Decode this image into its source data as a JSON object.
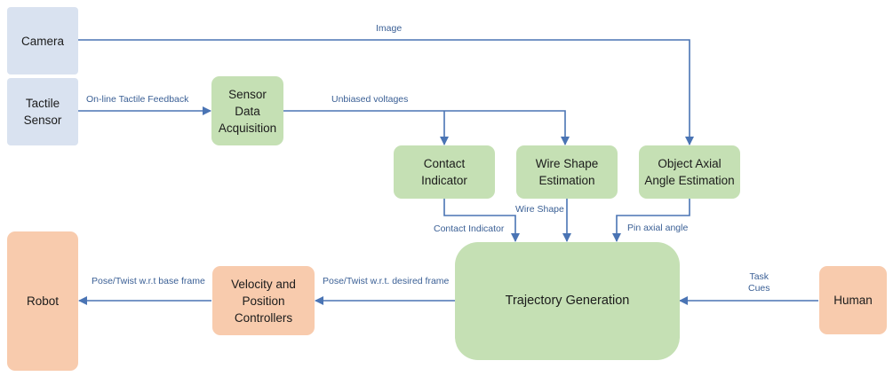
{
  "nodes": {
    "camera": "Camera",
    "tactile_sensor": "Tactile\nSensor",
    "sensor_data_acquisition": "Sensor Data\nAcquisition",
    "contact_indicator": "Contact Indicator",
    "wire_shape_estimation": "Wire Shape\nEstimation",
    "object_axial_angle_estimation": "Object Axial\nAngle Estimation",
    "trajectory_generation": "Trajectory Generation",
    "velocity_position_controllers": "Velocity and\nPosition\nControllers",
    "robot": "Robot",
    "human": "Human"
  },
  "edges": {
    "image": "Image",
    "online_tactile_feedback": "On-line Tactile Feedback",
    "unbiased_voltages": "Unbiased voltages",
    "contact_indicator": "Contact Indicator",
    "wire_shape": "Wire Shape",
    "pin_axial_angle": "Pin axial angle",
    "task_cues": "Task\nCues",
    "pose_twist_desired": "Pose/Twist w.r.t. desired frame",
    "pose_twist_base": "Pose/Twist w.r.t base frame"
  },
  "colors": {
    "input_node": "#d9e2f0",
    "process_node": "#c5e0b4",
    "control_node": "#f8cbad",
    "arrow": "#4a74b4",
    "edge_label": "#3a5f95"
  }
}
